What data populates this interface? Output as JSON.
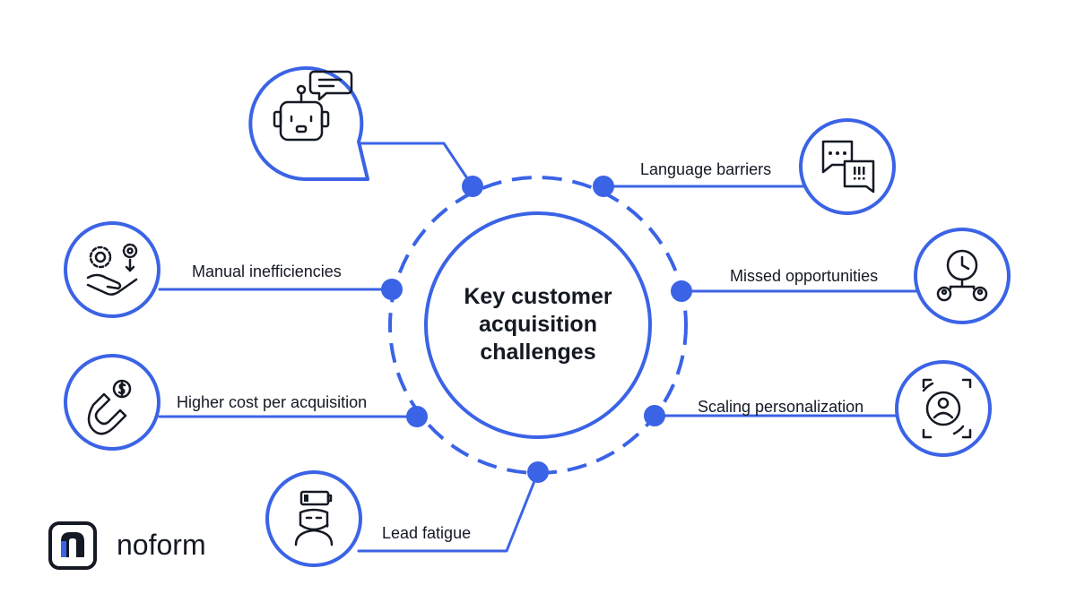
{
  "center": {
    "title": "Key customer acquisition challenges"
  },
  "challenges": {
    "language": "Language barriers",
    "manual": "Manual inefficiencies",
    "missed": "Missed opportunities",
    "cost": "Higher cost per acquisition",
    "scaling": "Scaling personalization",
    "fatigue": "Lead fatigue"
  },
  "brand": {
    "name": "noform"
  },
  "colors": {
    "accent": "#3b63e6",
    "ink": "#151923",
    "background": "#ffffff"
  },
  "icons": {
    "chatbot": "robot-chat-icon",
    "language": "chat-bubbles-icon",
    "manual": "gears-hand-icon",
    "missed": "clock-people-icon",
    "cost": "magnet-dollar-icon",
    "scaling": "person-expand-icon",
    "fatigue": "low-battery-person-icon",
    "logo": "noform-logo-icon"
  }
}
